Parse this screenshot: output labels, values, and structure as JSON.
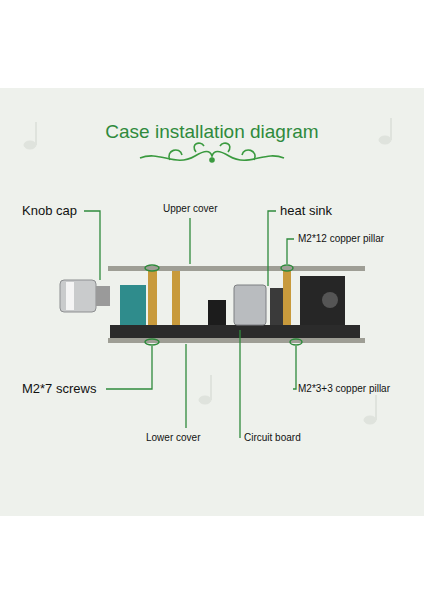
{
  "diagram": {
    "title": "Case installation diagram",
    "labels": [
      "Knob cap",
      "Upper cover",
      "heat sink",
      "M2*12 copper pillar",
      "M2*7 screws",
      "M2*3+3 copper pillar",
      "Lower cover",
      "Circuit board"
    ]
  }
}
